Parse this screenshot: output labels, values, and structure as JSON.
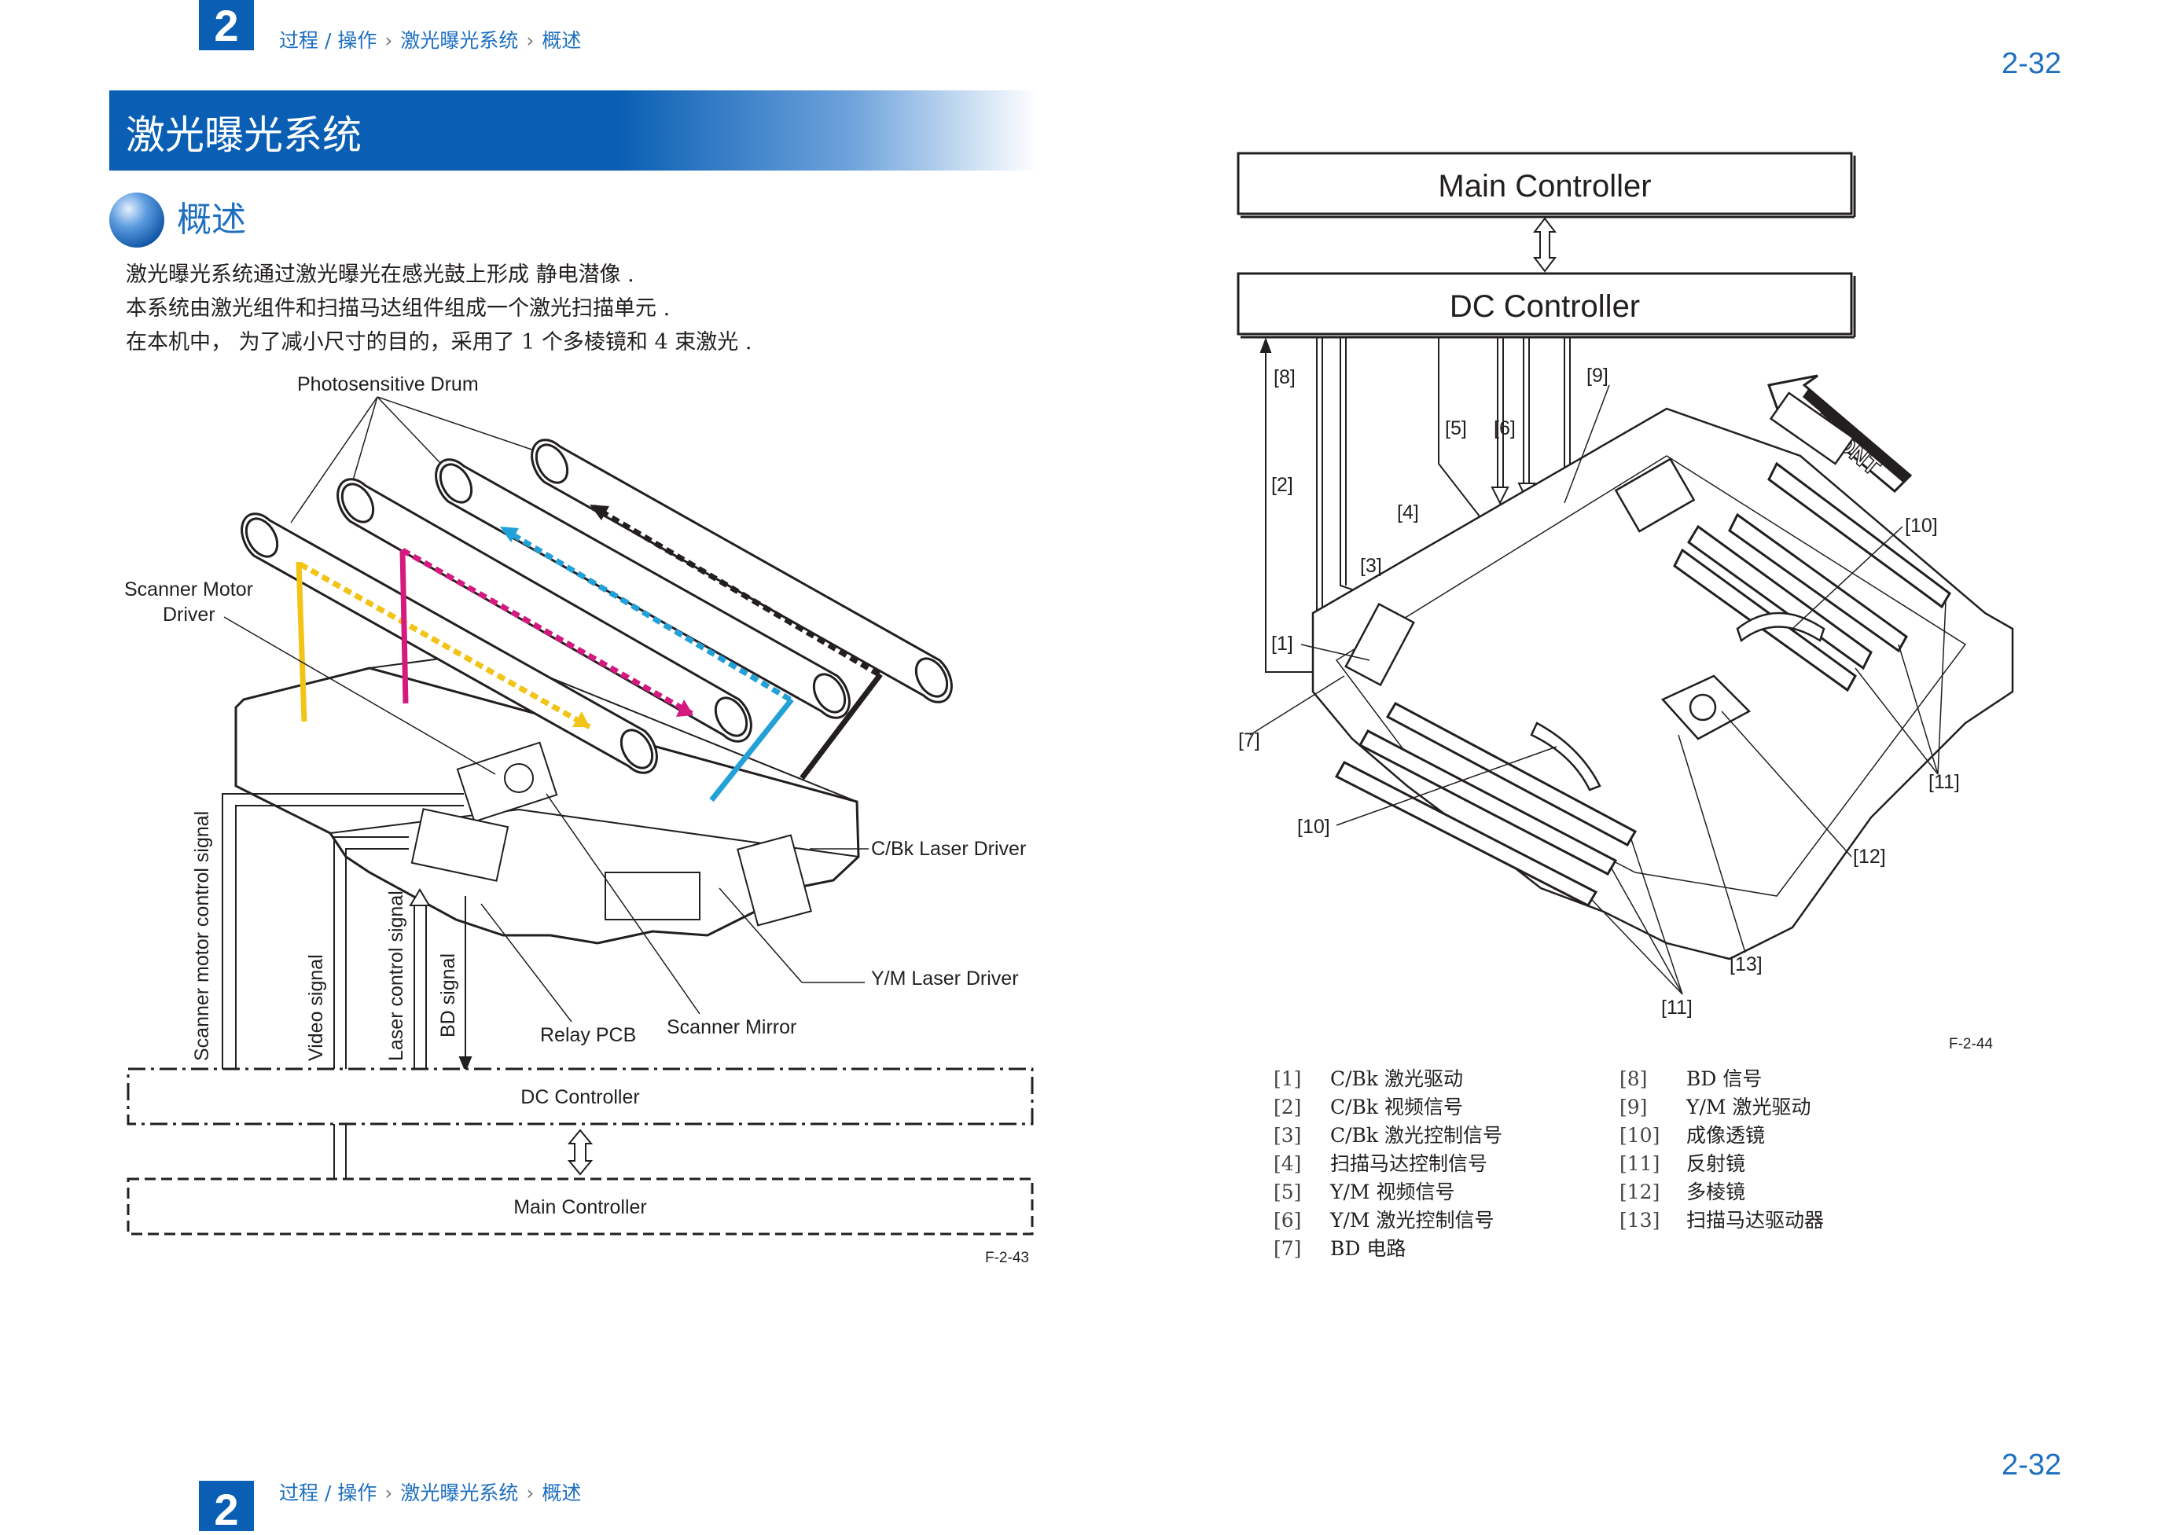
{
  "header": {
    "chapter": "2",
    "breadcrumb": [
      "过程 / 操作",
      "激光曝光系统",
      "概述"
    ],
    "page_number": "2-32"
  },
  "title": "激光曝光系统",
  "section": "概述",
  "paragraphs": [
    "激光曝光系统通过激光曝光在感光鼓上形成 静电潜像 .",
    "本系统由激光组件和扫描马达组件组成一个激光扫描单元 .",
    "在本机中， 为了减小尺寸的目的，采用了 1 个多棱镜和 4 束激光 ."
  ],
  "figure_left": {
    "code": "F-2-43",
    "labels": {
      "drum": "Photosensitive Drum",
      "scanner_motor_driver_1": "Scanner Motor",
      "scanner_motor_driver_2": "Driver",
      "cbk_laser_driver": "C/Bk Laser Driver",
      "ym_laser_driver": "Y/M Laser Driver",
      "relay_pcb": "Relay PCB",
      "scanner_mirror": "Scanner Mirror",
      "sig_scanner_motor": "Scanner motor control signal",
      "sig_video": "Video signal",
      "sig_laser": "Laser control signal",
      "sig_bd": "BD signal",
      "dc_controller": "DC Controller",
      "main_controller": "Main Controller"
    },
    "colors": {
      "yellow": "#f2c417",
      "magenta": "#d4197f",
      "cyan": "#22a0d8",
      "black": "#231f20"
    }
  },
  "figure_right": {
    "code": "F-2-44",
    "main_controller": "Main Controller",
    "dc_controller": "DC Controller",
    "front": "FRONT",
    "callouts": {
      "c8": "[8]",
      "c2": "[2]",
      "c3": "[3]",
      "c4": "[4]",
      "c5": "[5]",
      "c6": "[6]",
      "c9": "[9]",
      "c1": "[1]",
      "c7": "[7]",
      "c10a": "[10]",
      "c10b": "[10]",
      "c11a": "[11]",
      "c11b": "[11]",
      "c12": "[12]",
      "c13": "[13]"
    }
  },
  "legend_left": [
    {
      "n": "[1]",
      "text": "C/Bk 激光驱动"
    },
    {
      "n": "[2]",
      "text": "C/Bk 视频信号"
    },
    {
      "n": "[3]",
      "text": "C/Bk 激光控制信号"
    },
    {
      "n": "[4]",
      "text": "扫描马达控制信号"
    },
    {
      "n": "[5]",
      "text": "Y/M 视频信号"
    },
    {
      "n": "[6]",
      "text": "Y/M 激光控制信号"
    },
    {
      "n": "[7]",
      "text": "BD 电路"
    }
  ],
  "legend_right": [
    {
      "n": "[8]",
      "text": "BD 信号"
    },
    {
      "n": "[9]",
      "text": "Y/M 激光驱动"
    },
    {
      "n": "[10]",
      "text": "成像透镜"
    },
    {
      "n": "[11]",
      "text": "反射镜"
    },
    {
      "n": "[12]",
      "text": "多棱镜"
    },
    {
      "n": "[13]",
      "text": "扫描马达驱动器"
    }
  ]
}
